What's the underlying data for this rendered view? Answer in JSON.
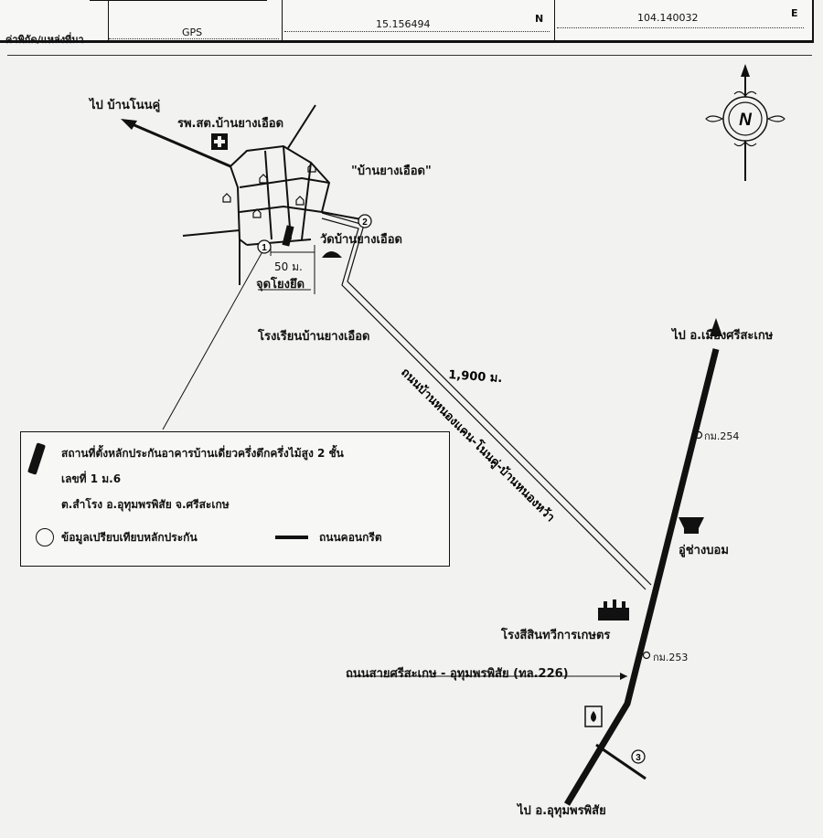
{
  "header": {
    "label": "ค่าพิกัด/แหล่งที่มา",
    "source": "GPS",
    "lat": "15.156494",
    "lat_dir": "N",
    "lon": "104.140032",
    "lon_dir": "E"
  },
  "map": {
    "labels": {
      "to_non_nu": "ไป บ้านโนนคู่",
      "hospital": "รพ.สต.บ้านยางเอือด",
      "village": "\"บ้านยางเอือด\"",
      "temple": "วัดบ้านยางเอือด",
      "dist_50": "50 ม.",
      "landmark": "จุดโยงยึด",
      "school": "โรงเรียนบ้านยางเอือด",
      "dist_1900": "1,900 ม.",
      "local_road": "ถนนบ้านหนองแคน-โนนคู่-บ้านหนองหว้า",
      "to_mueang": "ไป อ.เมืองศรีสะเกษ",
      "km254": "กม.254",
      "garage": "อู่ช่างบอม",
      "warehouse": "โรงสีสินทวีการเกษตร",
      "km253": "กม.253",
      "highway": "ถนนสายศรีสะเกษ - อุทุมพรพิสัย (ทล.226)",
      "to_uthumphon": "ไป อ.อุทุมพรพิสัย",
      "marker1": "1",
      "marker2": "2",
      "marker3": "3",
      "north": "N"
    }
  },
  "legend": {
    "line1": "สถานที่ตั้งหลักประกันอาคารบ้านเดี่ยวครึ่งตึกครึ่งไม้สูง 2 ชั้น",
    "line2": "เลขที่ 1 ม.6",
    "line3": "ต.สำโรง อ.อุทุมพรพิสัย จ.ศรีสะเกษ",
    "compare": "ข้อมูลเปรียบเทียบหลักประกัน",
    "road": "ถนนคอนกรีต"
  },
  "colors": {
    "ink": "#111111",
    "paper": "#f2f2f0"
  }
}
